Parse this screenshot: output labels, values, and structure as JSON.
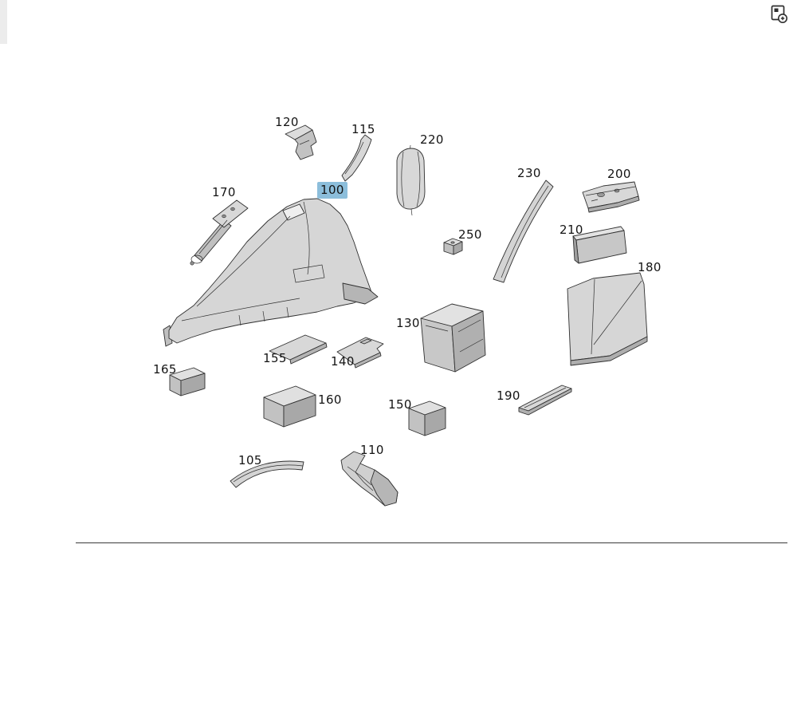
{
  "header": {
    "export_icon": "export-document-icon"
  },
  "diagram": {
    "highlight_color": "#8cbedb",
    "labels": {
      "n100": {
        "text": "100",
        "highlighted": true
      },
      "n105": {
        "text": "105",
        "highlighted": false
      },
      "n110": {
        "text": "110",
        "highlighted": false
      },
      "n115": {
        "text": "115",
        "highlighted": false
      },
      "n120": {
        "text": "120",
        "highlighted": false
      },
      "n130": {
        "text": "130",
        "highlighted": false
      },
      "n140": {
        "text": "140",
        "highlighted": false
      },
      "n150": {
        "text": "150",
        "highlighted": false
      },
      "n155": {
        "text": "155",
        "highlighted": false
      },
      "n160": {
        "text": "160",
        "highlighted": false
      },
      "n165": {
        "text": "165",
        "highlighted": false
      },
      "n170": {
        "text": "170",
        "highlighted": false
      },
      "n180": {
        "text": "180",
        "highlighted": false
      },
      "n190": {
        "text": "190",
        "highlighted": false
      },
      "n200": {
        "text": "200",
        "highlighted": false
      },
      "n210": {
        "text": "210",
        "highlighted": false
      },
      "n220": {
        "text": "220",
        "highlighted": false
      },
      "n230": {
        "text": "230",
        "highlighted": false
      },
      "n250": {
        "text": "250",
        "highlighted": false
      }
    }
  }
}
